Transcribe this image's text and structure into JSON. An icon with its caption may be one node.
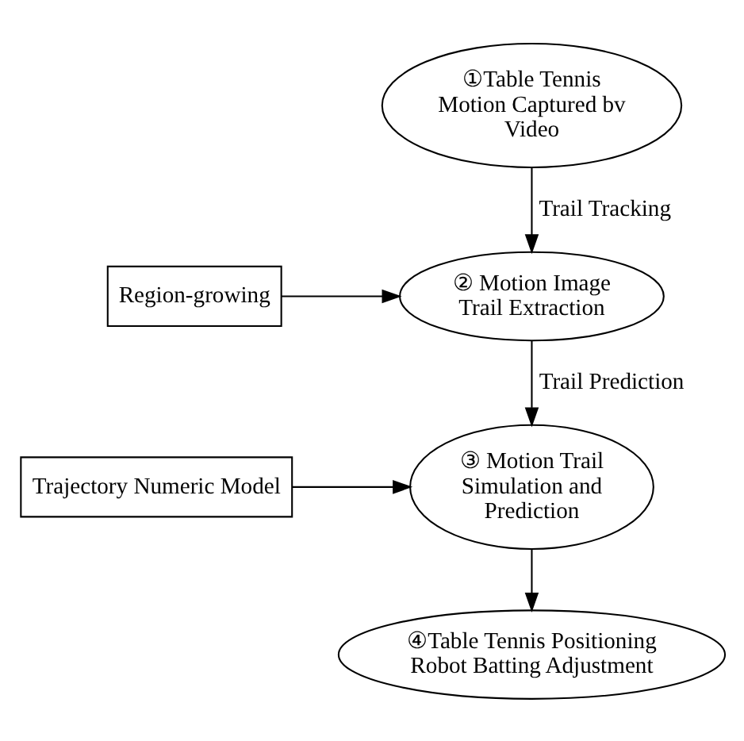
{
  "diagram": {
    "nodes": [
      {
        "text": [
          "①Table Tennis Motion Captured bv Video"
        ]
      },
      {
        "text": [
          "② Motion Image Trail Extraction"
        ]
      },
      {
        "text": [
          "Region-growing"
        ]
      },
      {
        "text": [
          "③ Motion Trail Simulation and Prediction"
        ]
      },
      {
        "text": [
          "Trajectory Numeric Model"
        ]
      },
      {
        "text": [
          "④Table Tennis Positioning Robot Batting Adjustment"
        ]
      }
    ],
    "edges": [
      {
        "from": 0,
        "to": 1,
        "arrow": "to",
        "label": "Trail Tracking"
      },
      {
        "from": 2,
        "to": 1,
        "arrow": "to"
      },
      {
        "from": 1,
        "to": 3,
        "arrow": "to",
        "label": "Trail Prediction"
      },
      {
        "from": 4,
        "to": 3,
        "arrow": "to"
      },
      {
        "from": 3,
        "to": 5,
        "arrow": "to"
      }
    ]
  }
}
